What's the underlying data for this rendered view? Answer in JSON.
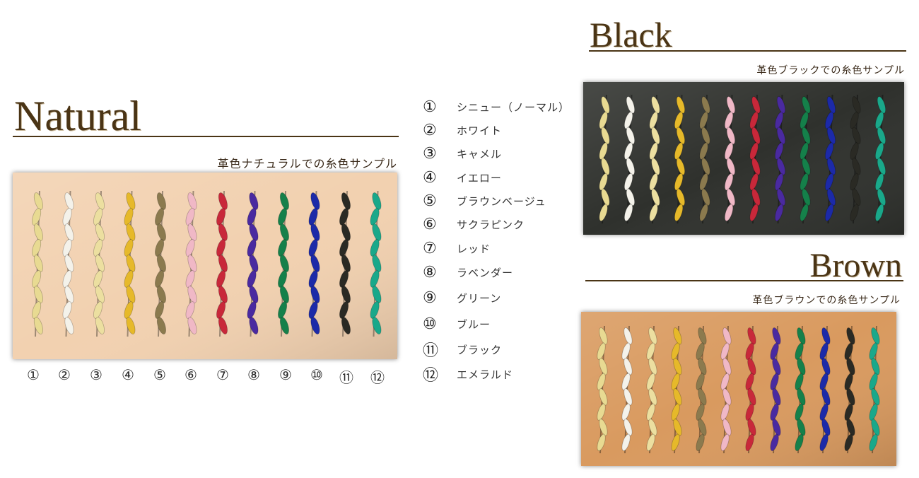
{
  "natural": {
    "title": "Natural",
    "subtitle": "革色ナチュラルでの糸色サンプル",
    "leather_color": "#f2d1b0",
    "numbers": [
      "①",
      "②",
      "③",
      "④",
      "⑤",
      "⑥",
      "⑦",
      "⑧",
      "⑨",
      "⑩",
      "⑪",
      "⑫"
    ]
  },
  "black": {
    "title": "Black",
    "subtitle": "革色ブラックでの糸色サンプル",
    "leather_color": "#2f312d"
  },
  "brown": {
    "title": "Brown",
    "subtitle": "革色ブラウンでの糸色サンプル",
    "leather_color": "#d99a5f"
  },
  "legend": [
    {
      "num": "①",
      "name": "シニュー（ノーマル）"
    },
    {
      "num": "②",
      "name": "ホワイト"
    },
    {
      "num": "③",
      "name": "キャメル"
    },
    {
      "num": "④",
      "name": "イエロー"
    },
    {
      "num": "⑤",
      "name": "ブラウンベージュ"
    },
    {
      "num": "⑥",
      "name": "サクラピンク"
    },
    {
      "num": "⑦",
      "name": "レッド"
    },
    {
      "num": "⑧",
      "name": "ラベンダー"
    },
    {
      "num": "⑨",
      "name": "グリーン"
    },
    {
      "num": "⑩",
      "name": "ブルー"
    },
    {
      "num": "⑪",
      "name": "ブラック"
    },
    {
      "num": "⑫",
      "name": "エメラルド"
    }
  ],
  "thread_colors": [
    "#e8da92",
    "#f4f2ea",
    "#ecdfa0",
    "#e6b92a",
    "#8b7a4e",
    "#f0b8c6",
    "#c8283a",
    "#4a2aa0",
    "#15804a",
    "#1c2aa8",
    "#2a2a24",
    "#1aa88a"
  ]
}
